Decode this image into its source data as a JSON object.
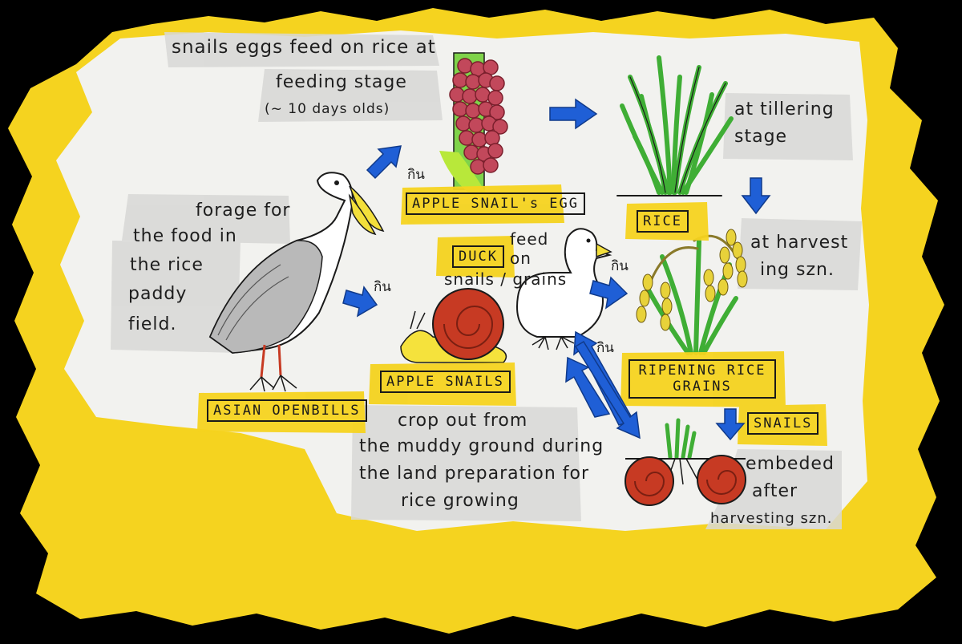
{
  "colors": {
    "yellow": "#f5d31f",
    "paper": "#f2f2ef",
    "blue": "#1f5fd6",
    "rice_green": "#3fae35",
    "egg_red": "#c2485b",
    "snail_red": "#c73a23"
  },
  "captions": {
    "eggs_note": {
      "line1": "snails eggs feed on rice at",
      "line2": "feeding stage",
      "line3": "(~ 10 days olds)"
    },
    "tillering": {
      "line1": "at tillering",
      "line2": "stage"
    },
    "forage": {
      "line1": "forage for",
      "line2": "the food in",
      "line3": "the rice",
      "line4": "paddy",
      "line5": "field."
    },
    "duck_feed": {
      "line1": "feed",
      "line2": "on",
      "line3": "snails / grains"
    },
    "harvest": {
      "line1": "at harvest",
      "line2": "ing szn."
    },
    "crop_out": {
      "line1": "crop out from",
      "line2": "the muddy ground during",
      "line3": "the land preparation for",
      "line4": "rice growing"
    },
    "embeded": {
      "line1": "embeded",
      "line2": "after",
      "line3": "harvesting szn."
    }
  },
  "labels": {
    "egg": "APPLE SNAIL's EGG",
    "rice": "RICE",
    "duck": "DUCK",
    "ripening_line1": "RIPENING RICE",
    "ripening_line2": "GRAINS",
    "asian_openbills": "ASIAN OPENBILLS",
    "apple_snails": "APPLE SNAILS",
    "snails": "SNAILS"
  },
  "thai_eat": "กิน"
}
